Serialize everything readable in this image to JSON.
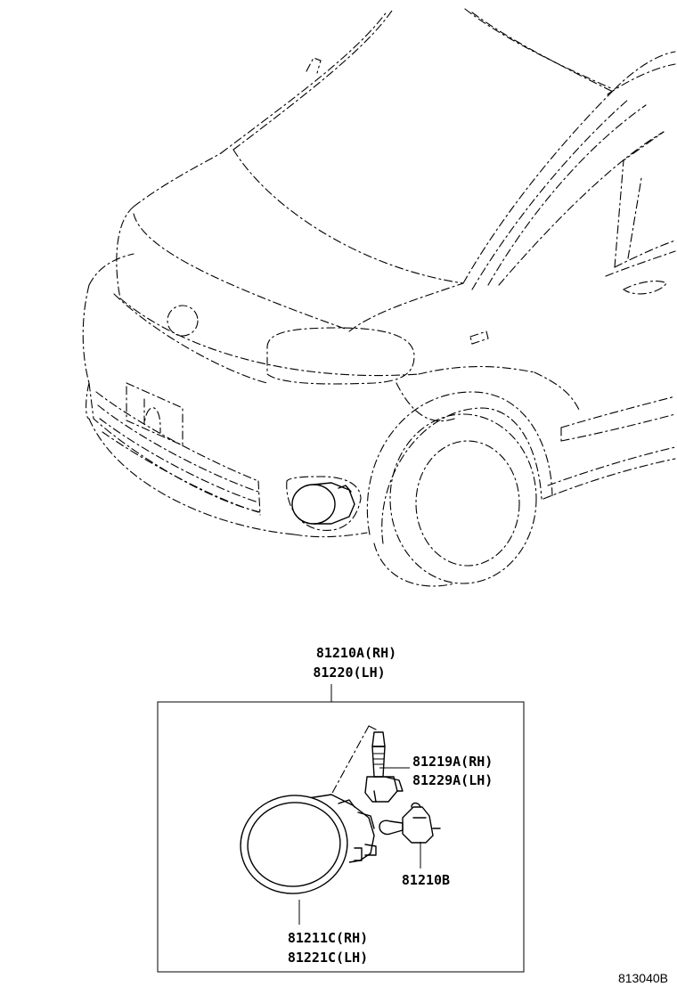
{
  "diagram": {
    "assembly_labels": {
      "assy_rh": "81210A(RH)",
      "assy_lh": "81220(LH)"
    },
    "part_labels": {
      "socket_rh": "81219A(RH)",
      "socket_lh": "81229A(LH)",
      "bulb": "81210B",
      "lamp_rh": "81211C(RH)",
      "lamp_lh": "81221C(LH)"
    },
    "figure_code": "813040B"
  }
}
